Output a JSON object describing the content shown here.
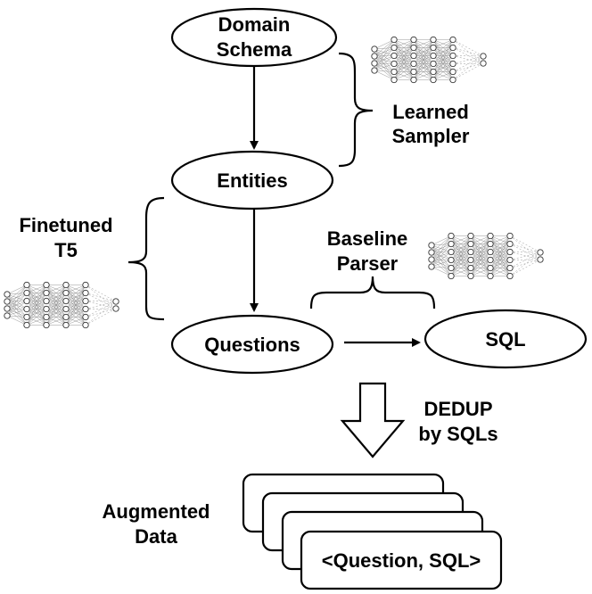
{
  "nodes": {
    "domain_schema": [
      "Domain",
      "Schema"
    ],
    "entities": "Entities",
    "questions": "Questions",
    "sql": "SQL"
  },
  "labels": {
    "learned_sampler": [
      "Learned",
      "Sampler"
    ],
    "finetuned_t5": [
      "Finetuned",
      "T5"
    ],
    "baseline_parser": [
      "Baseline",
      "Parser"
    ],
    "dedup": [
      "DEDUP",
      "by SQLs"
    ],
    "augmented_data": [
      "Augmented",
      "Data"
    ],
    "stack_card": "<Question, SQL>"
  },
  "colors": {
    "stroke": "#000000",
    "fill": "#ffffff",
    "nn_input": "#4a7bd4",
    "nn_output": "#3cae4a",
    "nn_hidden": "#ffffff"
  },
  "icons": [
    "neural-network-icon"
  ]
}
